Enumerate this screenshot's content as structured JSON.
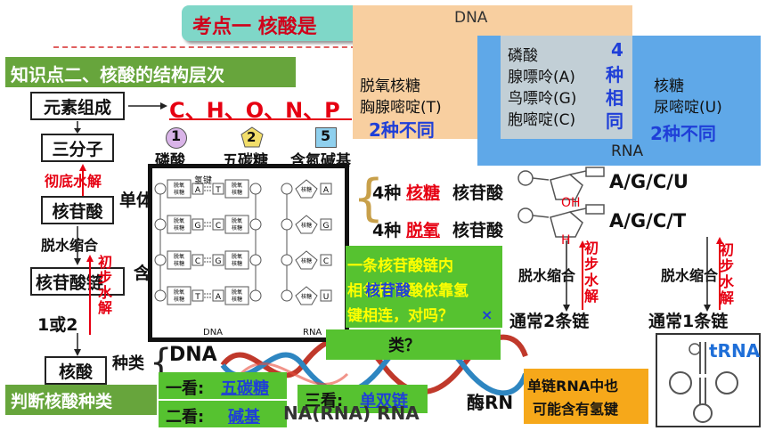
{
  "header": {
    "title": "考点一 核酸是"
  },
  "section": {
    "title": "知识点二、核酸的结构层次"
  },
  "flow": {
    "elements_label": "元素组成",
    "elements_value": "C、H、O、N、P",
    "three_molecules": "三分子",
    "complete_hydrolysis": "彻底水解",
    "nucleotide": "核苷酸",
    "unit_partial": "单体",
    "dehydration": "脱水缩合",
    "nucleotide_chain": "核苷酸链",
    "partial_hydrolysis": "初步水解",
    "chains_partial": "1或2",
    "contains_partial": "含",
    "nucleic_acid": "核酸",
    "kind": "种类",
    "judge": "判断核酸种类",
    "first_look_prefix": "一看:",
    "first_look_value": "五碳糖",
    "second_look_prefix": "二看:",
    "second_look_value": "碱基",
    "third_look_prefix": "三看:",
    "third_look_value": "单双链",
    "enzyme_partial": "酶RN",
    "bottom_partial": "NA(RNA) RNA",
    "dna_partial": "DNA"
  },
  "components": [
    {
      "num": "1",
      "label": "磷酸"
    },
    {
      "num": "2",
      "label": "五碳糖"
    },
    {
      "num": "5",
      "label": "含氮碱基"
    }
  ],
  "comparison": {
    "dna_title": "DNA",
    "rna_title": "RNA",
    "dna_sugar": "脱氧核糖",
    "dna_base": "胸腺嘧啶(T)",
    "dna_diff": "2种不同",
    "common_1": "磷酸",
    "common_2": "腺嘌呤(A)",
    "common_3": "鸟嘌呤(G)",
    "common_4": "胞嘧啶(C)",
    "same_1": "4",
    "same_2": "种",
    "same_3": "相",
    "same_4": "同",
    "rna_sugar": "核糖",
    "rna_base": "尿嘧啶(U)",
    "rna_diff": "2种不同"
  },
  "nucleotides": {
    "row1_prefix": "4种",
    "row1_key": "核糖",
    "row1_suffix": "核苷酸",
    "row1_bases": "A/G/C/U",
    "oh_label": "OH",
    "row2_prefix": "4种",
    "row2_key": "脱氧",
    "row2_suffix": "核苷酸",
    "row2_bases": "A/G/C/T",
    "h_label": "H"
  },
  "chains": {
    "dehydration_1": "脱水缩合",
    "hydrolysis_1": "初步水解",
    "usually_two": "通常2条链",
    "dehydration_2": "脱水缩合",
    "hydrolysis_2": "初步水解",
    "usually_one": "通常1条链"
  },
  "question": {
    "line1": "一条核苷酸链内",
    "line2": "相邻核苷酸依靠氢",
    "line3": "键相连，对吗？",
    "mark": "×",
    "overlay": "核苷酸",
    "tail": "类？"
  },
  "trna": {
    "label": "tRNA",
    "note_1": "单链RNA中也",
    "note_2": "可能含有氢键"
  },
  "diagram": {
    "hydrogen_bond": "氢键",
    "dna_label": "DNA",
    "rna_label": "RNA",
    "deoxyribose": "脱氧核糖",
    "ribose": "核糖",
    "pairs": [
      {
        "left": "A",
        "right": "T"
      },
      {
        "left": "G",
        "right": "C"
      },
      {
        "left": "C",
        "right": "G"
      },
      {
        "left": "T",
        "right": "A"
      }
    ],
    "rna_bases": [
      "A",
      "G",
      "C",
      "U"
    ]
  },
  "colors": {
    "dna_panel": "#f8cfa0",
    "common_panel": "#c2cfd6",
    "rna_panel": "#5fa8e8",
    "section_bg": "#67a53c",
    "header_bg": "#7fd7c8",
    "question_bg": "#56c230",
    "note_bg": "#f6a81a"
  }
}
